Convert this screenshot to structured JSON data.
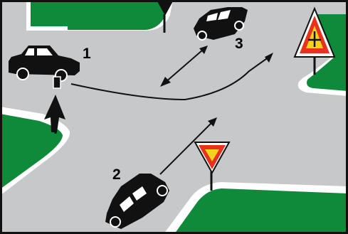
{
  "scene": {
    "colors": {
      "grass": "#0f8a3a",
      "road": "#c6c8ca",
      "curb": "#ffffff",
      "outline": "#111111",
      "car": "#111111",
      "sign_red": "#e8321e",
      "sign_yellow": "#f6d21e",
      "arrow": "#111111"
    },
    "cars": [
      {
        "id": "1",
        "label": "1"
      },
      {
        "id": "2",
        "label": "2"
      },
      {
        "id": "3",
        "label": "3"
      }
    ],
    "signs": [
      {
        "type": "yield-sign",
        "icon": "inverted-triangle"
      },
      {
        "type": "crossroad-warning-sign",
        "icon": "triangle-with-cross"
      },
      {
        "type": "main-road-arrow-sign",
        "icon": "black-arrow"
      },
      {
        "type": "stop-or-yield-sign-back",
        "icon": "inverted-triangle-back"
      }
    ]
  }
}
